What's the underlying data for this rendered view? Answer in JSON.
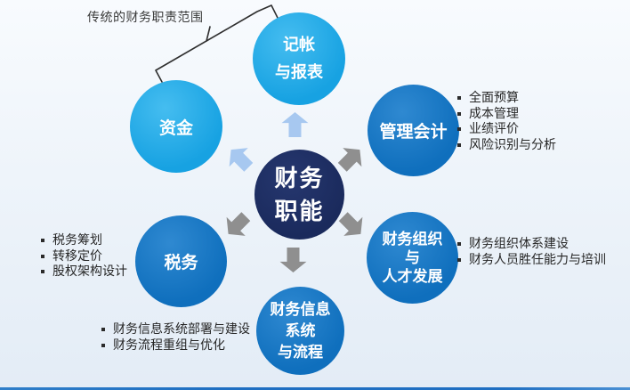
{
  "annotation": {
    "label": "传统的财务职责范围"
  },
  "center": {
    "lines": [
      "财务",
      "职能"
    ]
  },
  "nodes": {
    "bookkeeping": {
      "lines": [
        "记帐",
        "与报表"
      ]
    },
    "funds": {
      "label": "资金"
    },
    "management_accounting": {
      "label": "管理会计",
      "bullets": [
        "全面预算",
        "成本管理",
        "业绩评价",
        "风险识别与分析"
      ]
    },
    "tax": {
      "label": "税务",
      "bullets": [
        "税务筹划",
        "转移定价",
        "股权架构设计"
      ]
    },
    "org_talent": {
      "lines": [
        "财务组织",
        "与",
        "人才发展"
      ],
      "bullets": [
        "财务组织体系建设",
        "财务人员胜任能力与培训"
      ]
    },
    "info_system": {
      "lines": [
        "财务信息",
        "系统",
        "与流程"
      ],
      "bullets": [
        "财务信息系统部署与建设",
        "财务流程重组与优化"
      ]
    }
  },
  "colors": {
    "light_blue_circle": "#17a2e2",
    "dark_blue_circle": "#0f6fbd",
    "navy_center_circle": "#1a2a5c",
    "gray_arrow": "#8f8f8f",
    "light_blue_arrow": "#a7c8f0",
    "bracket_line": "#2f2f2f",
    "bottom_bar": "#1f6fc2",
    "background": "#edf3f9"
  }
}
